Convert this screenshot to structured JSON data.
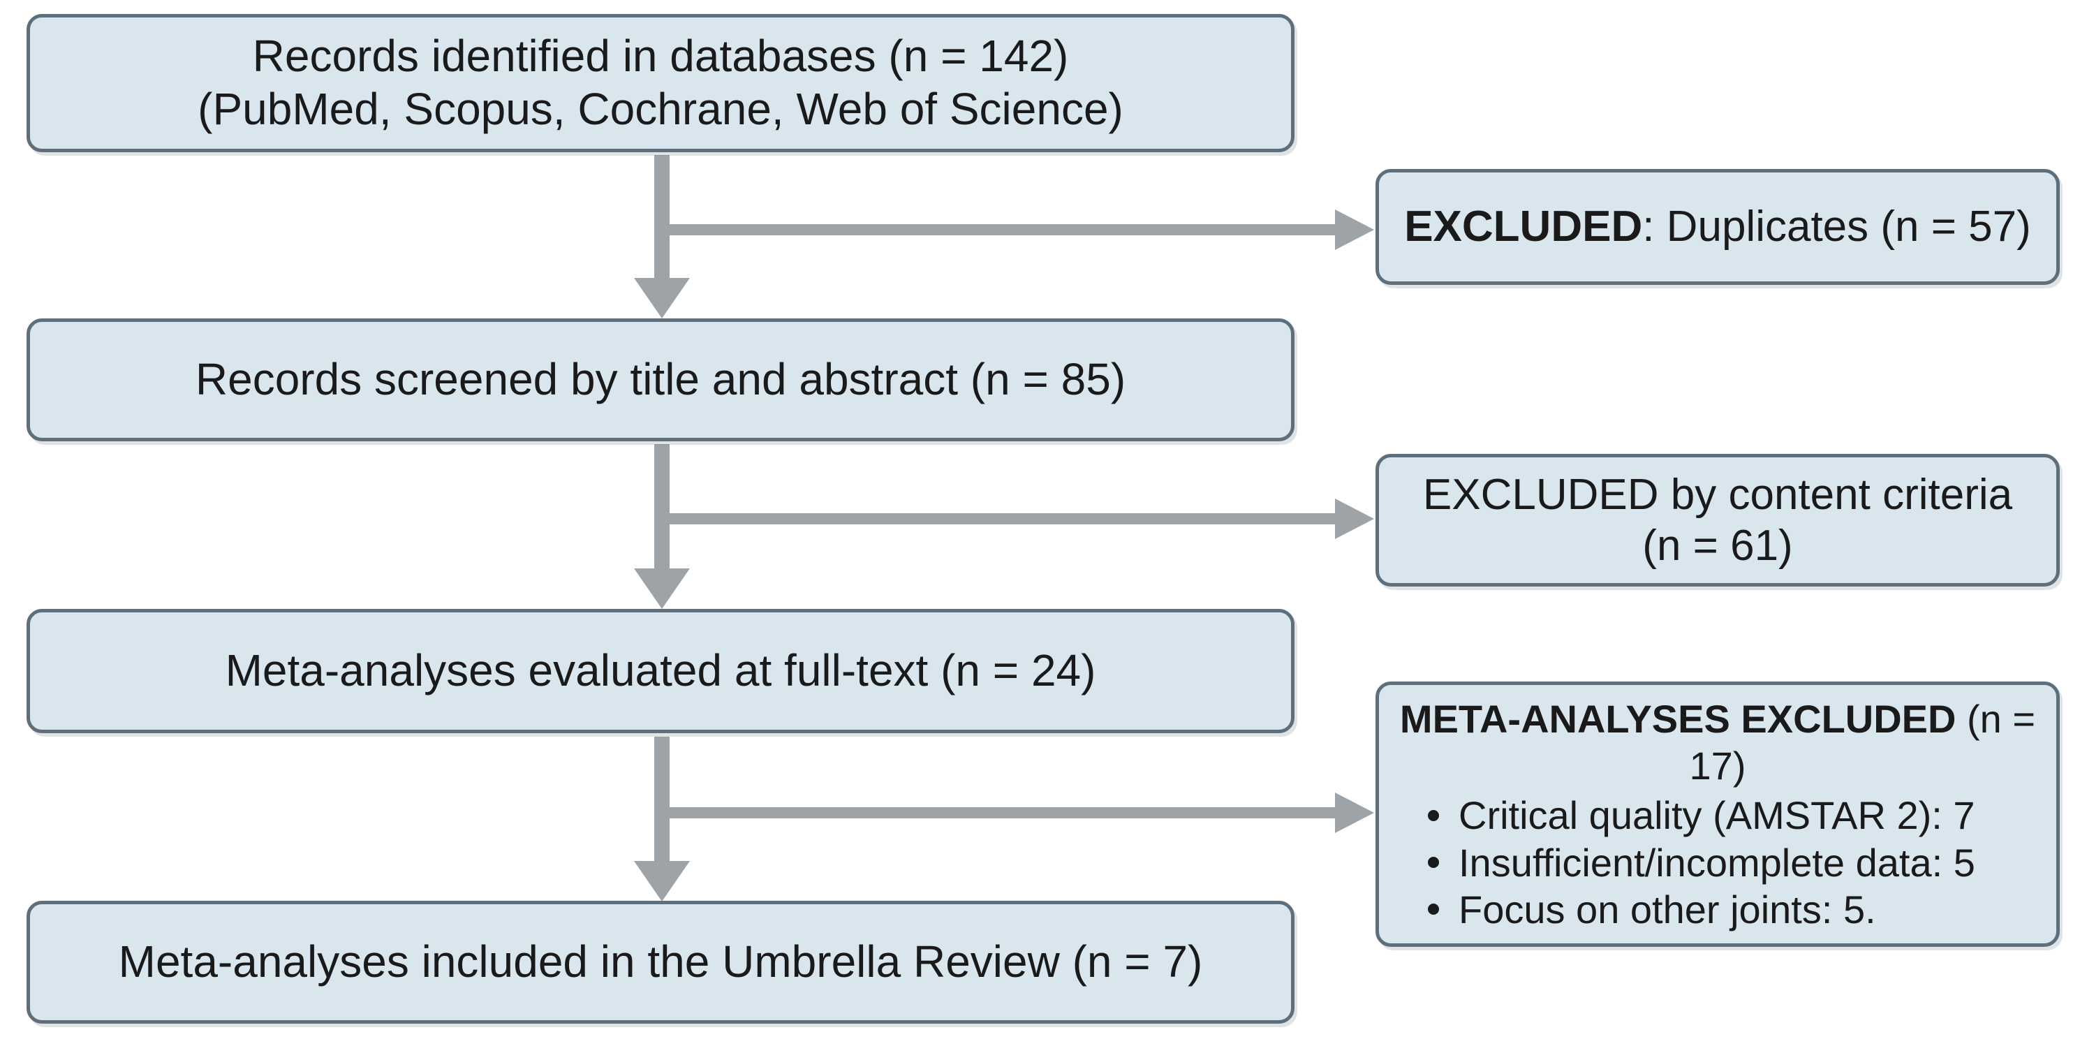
{
  "flow": {
    "identified": {
      "line1": "Records identified in databases (n = 142)",
      "line2": "(PubMed, Scopus, Cochrane, Web of Science)"
    },
    "screened": "Records screened by title and abstract (n = 85)",
    "fulltext": "Meta-analyses evaluated at full-text (n = 24)",
    "included": "Meta-analyses included in the Umbrella Review (n = 7)"
  },
  "exclusions": {
    "duplicates": {
      "bold": "EXCLUDED",
      "rest": ": Duplicates (n = 57)"
    },
    "content": {
      "line1": "EXCLUDED by content criteria",
      "line2": "(n = 61)"
    },
    "meta": {
      "bold": "META-ANALYSES EXCLUDED",
      "rest": " (n = 17)",
      "items": [
        "Critical quality (AMSTAR 2): 7",
        "Insufficient/incomplete data: 5",
        "Focus on other joints: 5."
      ]
    }
  },
  "colors": {
    "box_fill": "#d9e6ee",
    "box_border": "#5e6f7b",
    "arrow": "#9ea3a8"
  }
}
